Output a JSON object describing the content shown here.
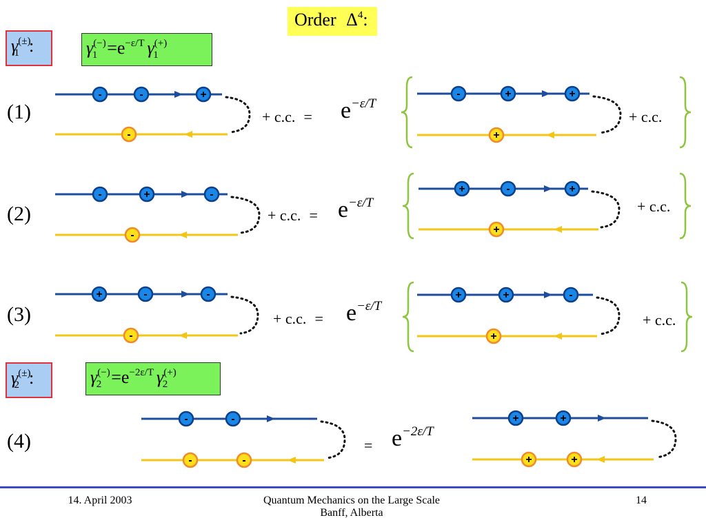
{
  "header": {
    "order_word": "Order",
    "order_symbol": "Δ",
    "order_power": "4",
    "order_colon": ":"
  },
  "gamma1": {
    "label_symbol": "γ",
    "label_sup": "(±)",
    "label_sub": "1",
    "label_colon": ":",
    "eq": {
      "lhs_symbol": "γ",
      "lhs_sup": "(−)",
      "lhs_sub": "1",
      "equals": "=",
      "e": "e",
      "exp": "−ε/T",
      "rhs_symbol": "γ",
      "rhs_sup": "(+)",
      "rhs_sub": "1"
    }
  },
  "gamma2": {
    "label_symbol": "γ",
    "label_sup": "(±)",
    "label_sub": "2",
    "label_colon": ":",
    "eq": {
      "lhs_symbol": "γ",
      "lhs_sup": "(−)",
      "lhs_sub": "2",
      "equals": "=",
      "e": "e",
      "exp": "−2ε/T",
      "rhs_symbol": "γ",
      "rhs_sup": "(+)",
      "rhs_sub": "2"
    }
  },
  "rows": [
    {
      "label": "(1)",
      "cc_left": "+ c.c.",
      "equals": "=",
      "e": "e",
      "exp": "−ε/T",
      "cc_right": "+ c.c.",
      "left_top": [
        "-",
        "-",
        "+"
      ],
      "left_bottom": [
        "-"
      ],
      "right_top": [
        "-",
        "+",
        "+"
      ],
      "right_bottom": [
        "+"
      ]
    },
    {
      "label": "(2)",
      "cc_left": "+ c.c.",
      "equals": "=",
      "e": "e",
      "exp": "−ε/T",
      "cc_right": "+ c.c.",
      "left_top": [
        "-",
        "+",
        "-"
      ],
      "left_bottom": [
        "-"
      ],
      "right_top": [
        "+",
        "-",
        "+"
      ],
      "right_bottom": [
        "+"
      ]
    },
    {
      "label": "(3)",
      "cc_left": "+ c.c.",
      "equals": "=",
      "e": "e",
      "exp": "−ε/T",
      "cc_right": "+ c.c.",
      "left_top": [
        "+",
        "-",
        "-"
      ],
      "left_bottom": [
        "-"
      ],
      "right_top": [
        "+",
        "+",
        "-"
      ],
      "right_bottom": [
        "+"
      ]
    },
    {
      "label": "(4)",
      "equals": "=",
      "e": "e",
      "exp": "−2ε/T",
      "left_top": [
        "-",
        "-"
      ],
      "left_bottom": [
        "-",
        "-"
      ],
      "right_top": [
        "+",
        "+"
      ],
      "right_bottom": [
        "+",
        "+"
      ]
    }
  ],
  "colors": {
    "blue_line": "#1e4d9e",
    "yellow_line": "#f3c515",
    "blue_circle": "#1a86e6",
    "yellow_circle": "#ffdf1c",
    "circle_ring_orange": "#f08a2a",
    "brace": "#8cc63f"
  },
  "footer": {
    "date": "14. April 2003",
    "title_line1": "Quantum Mechanics on the Large Scale",
    "title_line2": "Banff, Alberta",
    "page": "14"
  }
}
